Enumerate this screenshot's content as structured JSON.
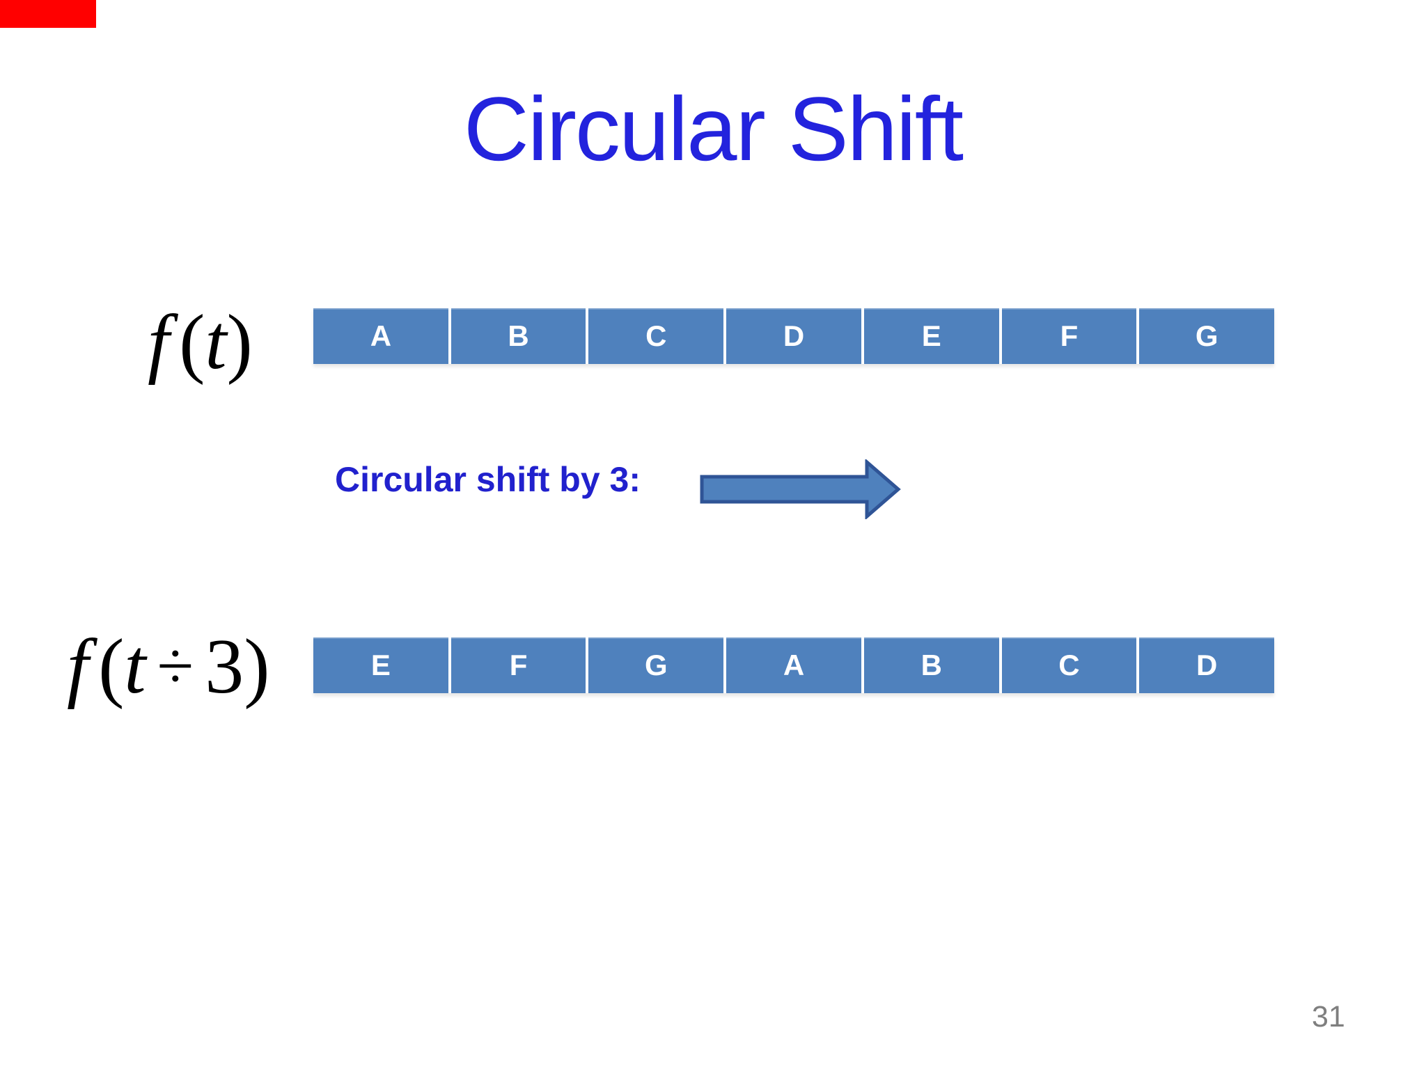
{
  "slide": {
    "title": "Circular Shift",
    "title_color": "#2323DD",
    "background_color": "#FFFFFF"
  },
  "recording_indicator": {
    "color": "#FF0000"
  },
  "rows": {
    "original": {
      "label_full": "f (t)",
      "label_parts": {
        "f": "f",
        "open": "(",
        "var": "t",
        "close": ")"
      },
      "cells": [
        "A",
        "B",
        "C",
        "D",
        "E",
        "F",
        "G"
      ]
    },
    "shifted": {
      "label_full": "f (t ÷ 3)",
      "label_parts": {
        "f": "f",
        "open": "(",
        "var": "t",
        "op": "÷",
        "num": "3",
        "close": ")"
      },
      "cells": [
        "E",
        "F",
        "G",
        "A",
        "B",
        "C",
        "D"
      ]
    }
  },
  "shift": {
    "caption": "Circular shift by 3:",
    "caption_color": "#2121CD",
    "arrow_icon": "right-block-arrow"
  },
  "cell_style": {
    "fill": "#4F81BD",
    "text_color": "#FFFFFF",
    "gap_color": "#FFFFFF"
  },
  "arrow_style": {
    "fill": "#4F81BD",
    "outline": "#2F5496"
  },
  "footer": {
    "page_number": "31",
    "color": "#7F7F7F"
  }
}
